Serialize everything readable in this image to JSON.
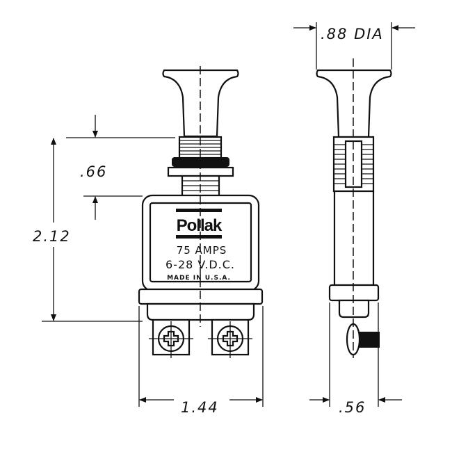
{
  "drawing": {
    "brand_logo": "Pollak",
    "label": {
      "rating_amps": "75 AMPS",
      "voltage": "6-28 V.D.C.",
      "origin": "MADE IN U.S.A."
    },
    "dimensions": {
      "knob_diameter": ".88 DIA",
      "bushing_length": ".66",
      "overall_height": "2.12",
      "body_width": "1.44",
      "side_depth": ".56"
    }
  }
}
